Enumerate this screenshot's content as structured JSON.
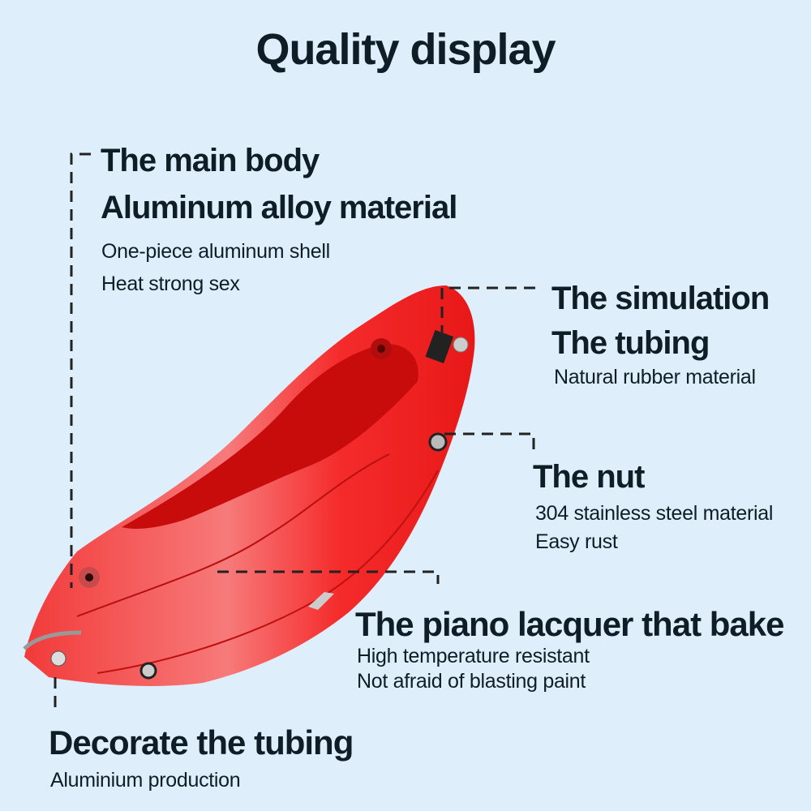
{
  "title": "Quality display",
  "callouts": {
    "main_body": {
      "heading": [
        "The main body",
        "Aluminum alloy material"
      ],
      "details": [
        "One-piece aluminum shell",
        "Heat strong sex"
      ]
    },
    "simulation": {
      "heading": [
        "The simulation",
        "The tubing"
      ],
      "details": [
        "Natural rubber material"
      ]
    },
    "nut": {
      "heading": [
        "The nut"
      ],
      "details": [
        "304 stainless steel material",
        "Easy rust"
      ]
    },
    "piano": {
      "heading": [
        "The piano lacquer that bake"
      ],
      "details": [
        "High temperature resistant",
        "Not afraid of blasting paint"
      ]
    },
    "decorate": {
      "heading": [
        "Decorate the tubing"
      ],
      "details": [
        "Aluminium production"
      ]
    }
  },
  "colors": {
    "background": "#deeefa",
    "caliper": "#f02020",
    "text": "#0f1d26"
  }
}
